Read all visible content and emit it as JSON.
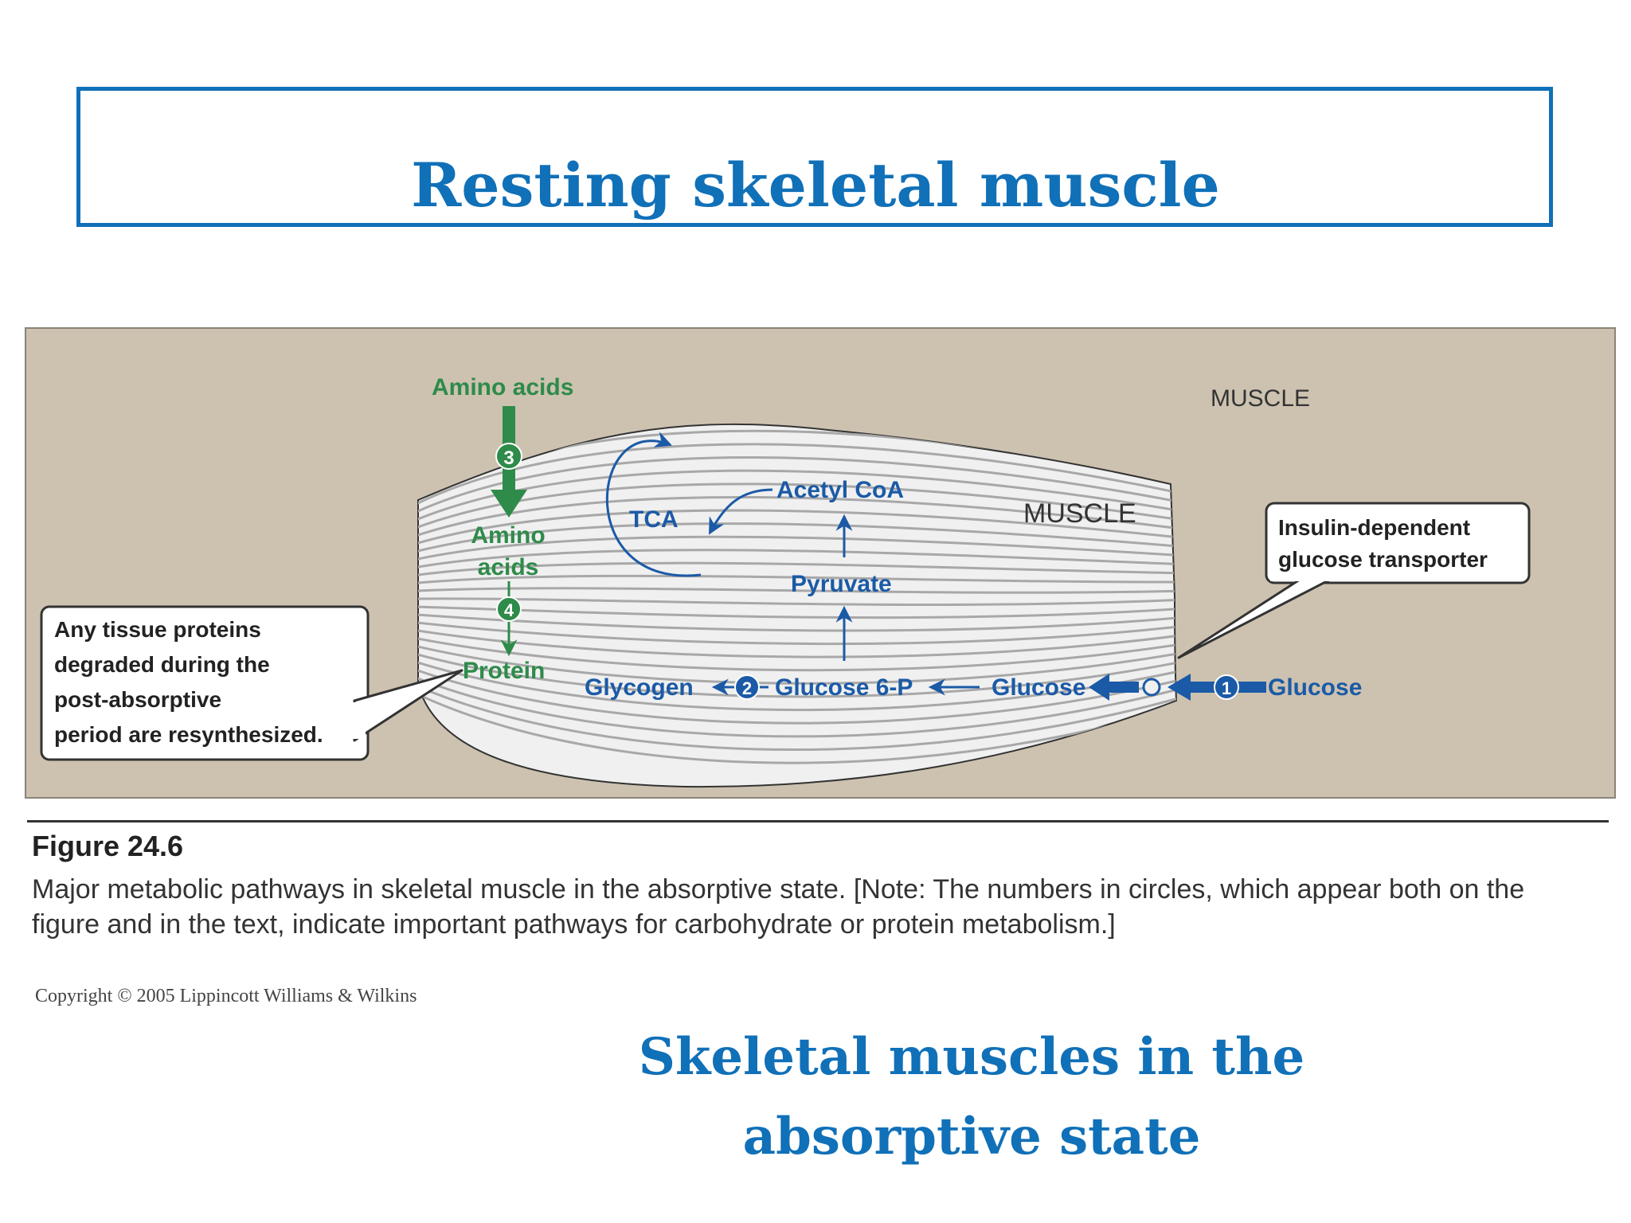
{
  "slide_title": "Resting skeletal muscle",
  "figure": {
    "labels": {
      "muscle_outer": "MUSCLE",
      "muscle_inner": "MUSCLE",
      "amino_acids_top": "Amino acids",
      "amino_inner_1": "Amino",
      "amino_inner_2": "acids",
      "protein": "Protein",
      "tca": "TCA",
      "acetyl_coa": "Acetyl CoA",
      "pyruvate": "Pyruvate",
      "glycogen": "Glycogen",
      "glucose_6p": "Glucose 6-P",
      "glucose_inner": "Glucose",
      "glucose_outer": "Glucose"
    },
    "step_numbers": [
      "1",
      "2",
      "3",
      "4"
    ],
    "callouts": {
      "insulin_line1": "Insulin-dependent",
      "insulin_line2": "glucose transporter",
      "tissue_line1": "Any tissue proteins",
      "tissue_line2": "degraded during the",
      "tissue_line3": "post-absorptive",
      "tissue_line4": "period are resynthesized."
    },
    "colors": {
      "background": "#cdc2b0",
      "blue_path": "#1b5aa6",
      "green_path": "#2e8b4a",
      "muscle_fiber": "#f2f2f2"
    }
  },
  "figure_label": "Figure 24.6",
  "figure_caption": "Major metabolic pathways in skeletal muscle in the absorptive state.  [Note: The numbers in circles, which appear both on the figure and in the text, indicate important pathways for carbohydrate or protein metabolism.]",
  "copyright": "Copyright © 2005 Lippincott Williams & Wilkins",
  "subtitle_line1": "Skeletal muscles  in the",
  "subtitle_line2": "absorptive  state"
}
